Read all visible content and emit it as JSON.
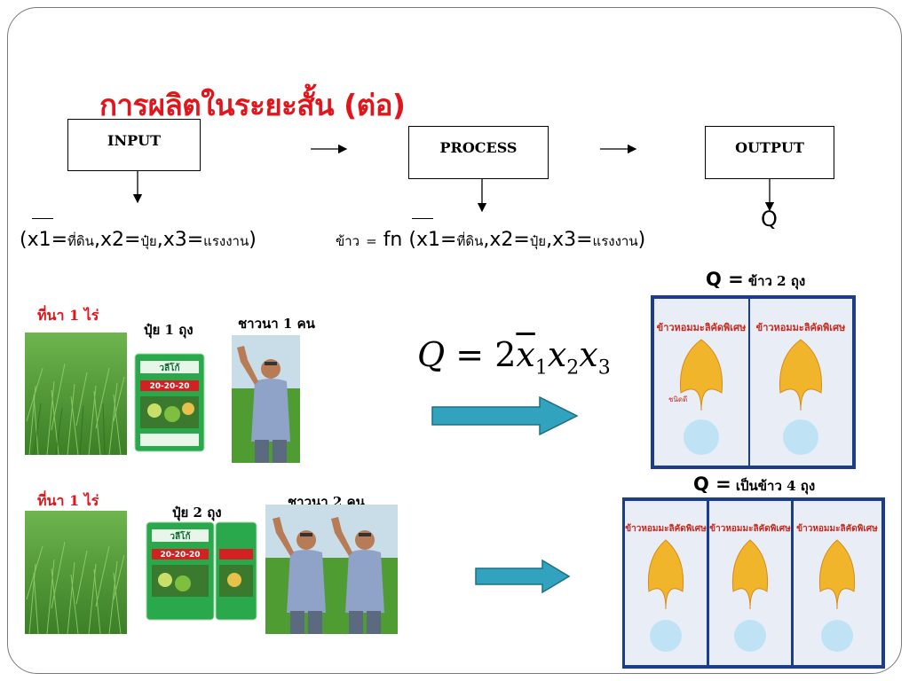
{
  "title": "การผลิตในระยะสั้น (ต่อ)",
  "flow": {
    "input_label": "INPUT",
    "process_label": "PROCESS",
    "output_label": "OUTPUT",
    "output_symbol": "Q"
  },
  "input_formula": {
    "open": "(",
    "x1": "x1=",
    "x1_thai": "ที่ดิน",
    "sep1": ",",
    "x2": "x2=",
    "x2_thai": "ปุ๋ย",
    "sep2": ",",
    "x3": "x3=",
    "x3_thai": "แรงงาน",
    "close": ")"
  },
  "process_formula": {
    "rice": "ข้าว",
    "eq": "=",
    "fn": "fn",
    "open": "(",
    "x1": "x1=",
    "x1_thai": "ที่ดิน",
    "sep1": ",",
    "x2": "x2=",
    "x2_thai": "ปุ๋ย",
    "sep2": ",",
    "x3": "x3=",
    "x3_thai": "แรงงาน",
    "close": ")"
  },
  "row1": {
    "land_label": "ที่นา 1 ไร่",
    "fertilizer_label": "ปุ๋ย 1 ถุง",
    "farmer_label": "ชาวนา 1 คน",
    "q_symbol": "Q =",
    "q_text": "ข้าว 2 ถุง"
  },
  "row2": {
    "land_label": "ที่นา 1 ไร่",
    "fertilizer_label": "ปุ๋ย 2 ถุง",
    "farmer_label": "ชาวนา 2 คน",
    "q_symbol": "Q =",
    "q_text": "เป็นข้าว 4 ถุง"
  },
  "equation": {
    "lhs": "Q",
    "eq": "=",
    "coef": "2",
    "x": "x",
    "s1": "1",
    "s2": "2",
    "s3": "3"
  },
  "product": {
    "fertilizer_brand": "วลีโก้",
    "fertilizer_grade": "20-20-20",
    "rice_brand": "ข้าวหอมมะลิคัดพิเศษ",
    "rice_tag": "ชนิดดี"
  },
  "colors": {
    "title": "#e0161c",
    "arrow_fill": "#31a3bf",
    "field_green": "#3f8f2a",
    "sky": "#c9dde9",
    "fertilizer_green": "#27a24a",
    "rice_bg": "#1b3d8c"
  }
}
